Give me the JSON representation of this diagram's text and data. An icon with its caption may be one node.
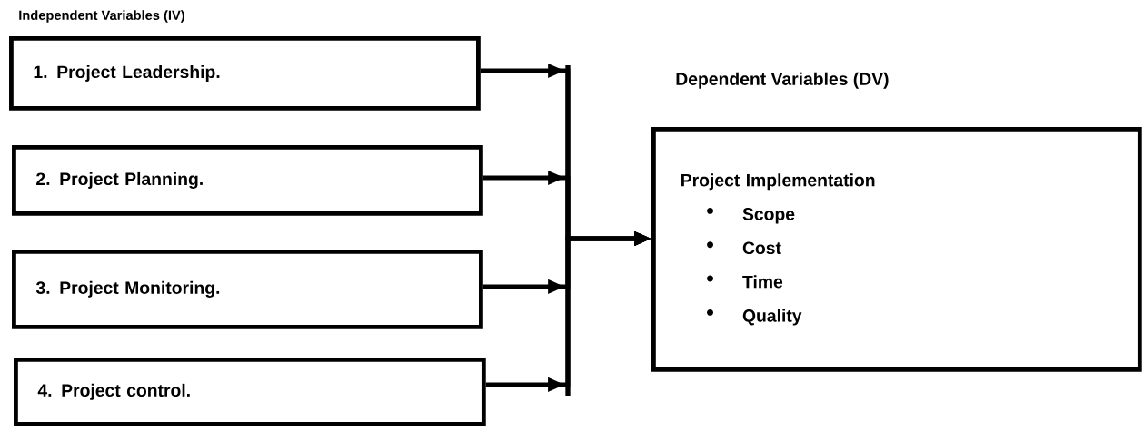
{
  "diagram": {
    "nodes": [
      {
        "text": [
          "1.  Project Leadership."
        ]
      },
      {
        "text": [
          "2.  Project Planning."
        ]
      },
      {
        "text": [
          "3.  Project Monitoring."
        ]
      },
      {
        "text": [
          "4.  Project control."
        ]
      },
      {
        "text": [
          "Dependent Variables (DV)",
          "Project Implementation",
          "Scope",
          "Cost",
          "Time",
          "Quality"
        ]
      }
    ],
    "edges": [
      {
        "from": 0,
        "to": 4,
        "arrow": "to"
      },
      {
        "from": 1,
        "to": 4,
        "arrow": "to"
      },
      {
        "from": 2,
        "to": 4,
        "arrow": "to"
      },
      {
        "from": 3,
        "to": 4,
        "arrow": "to"
      }
    ],
    "labels": [
      "Independent Variables (IV)"
    ]
  }
}
